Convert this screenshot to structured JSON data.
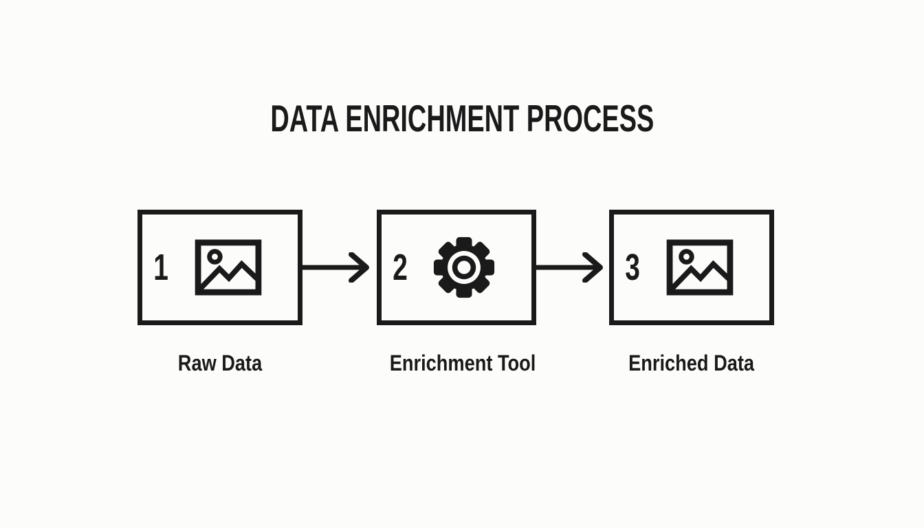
{
  "title": "DATA ENRICHMENT PROCESS",
  "steps": [
    {
      "number": "1",
      "label": "Raw Data",
      "icon": "image-icon"
    },
    {
      "number": "2",
      "label": "Enrichment Tool",
      "icon": "gear-icon"
    },
    {
      "number": "3",
      "label": "Enriched Data",
      "icon": "image-icon"
    }
  ],
  "colors": {
    "ink": "#1a1a1a",
    "background": "#fcfcfa"
  }
}
